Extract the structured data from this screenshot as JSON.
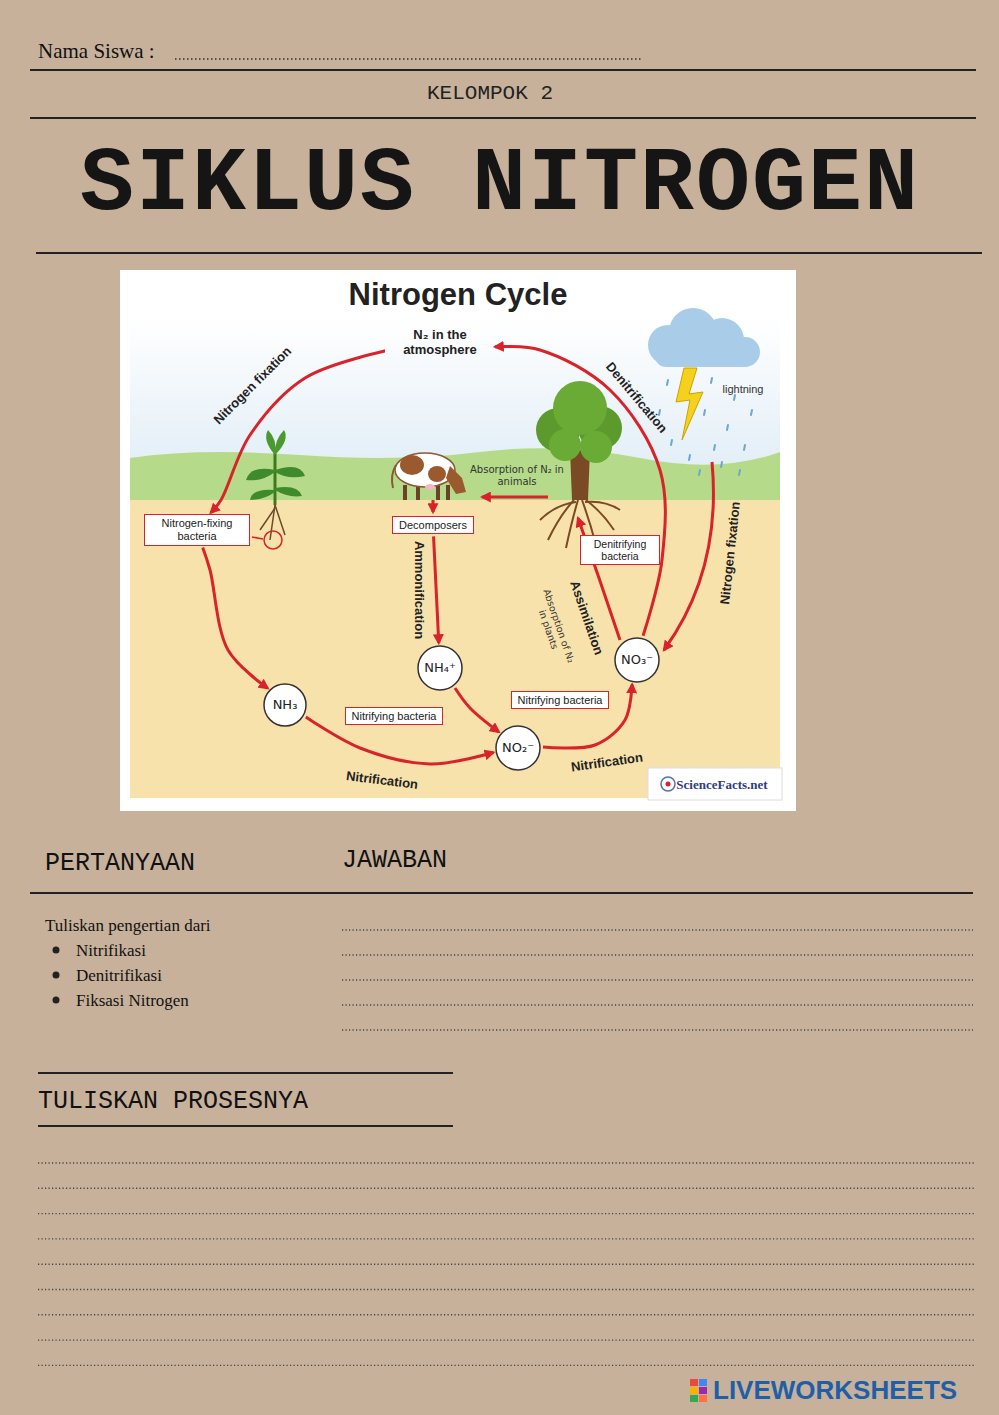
{
  "diagram": {
    "title": "SIKLUS NITROGEN",
    "nodes": [
      {
        "text": [
          "N₂ in the atmosphere"
        ]
      },
      {
        "text": [
          "Nitrogen-fixing bacteria"
        ]
      },
      {
        "text": [
          "Decomposers"
        ]
      },
      {
        "text": [
          "Denitrifying bacteria"
        ]
      },
      {
        "text": [
          "NH₃"
        ]
      },
      {
        "text": [
          "NH₄⁺"
        ]
      },
      {
        "text": [
          "NO₂⁻"
        ]
      },
      {
        "text": [
          "NO₃⁻"
        ]
      },
      {
        "text": [
          "Nitrifying bacteria"
        ]
      },
      {
        "text": [
          "Nitrifying bacteria"
        ]
      }
    ],
    "edges": [
      {
        "from": 0,
        "to": 1,
        "arrow": "to",
        "label": "Nitrogen fixation"
      },
      {
        "from": 1,
        "to": 4,
        "arrow": "to"
      },
      {
        "from": 4,
        "to": 6,
        "arrow": "to",
        "label": "Nitrification"
      },
      {
        "from": 2,
        "to": 5,
        "arrow": "to",
        "label": "Ammonification"
      },
      {
        "from": 5,
        "to": 6,
        "arrow": "to"
      },
      {
        "from": 6,
        "to": 7,
        "arrow": "to",
        "label": "Nitrification"
      },
      {
        "from": 7,
        "to": 0,
        "arrow": "to",
        "label": "Denitrification"
      }
    ],
    "labels": [
      "Nama Siswa :",
      "KELOMPOK 2",
      "Nitrogen Cycle",
      "lightning",
      "Absorption of N₂ in animals",
      "Nitrogen fixation",
      "Assimilation",
      "Absorption of N₂ in plants",
      "ScienceFacts.net",
      "PERTANYAAN",
      "JAWABAN",
      "Tuliskan pengertian dari",
      "Nitrifikasi",
      "Denitrifikasi",
      "Fiksasi Nitrogen",
      "TULISKAN PROSESNYA",
      "LIVEWORKSHEETS"
    ]
  }
}
